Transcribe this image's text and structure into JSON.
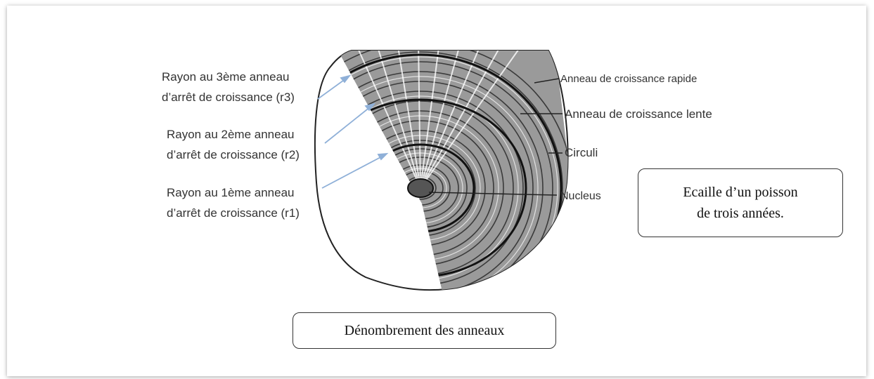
{
  "labels_left": [
    {
      "line1": "Rayon au 3ème anneau",
      "line2": "d’arrêt de croissance (r3)"
    },
    {
      "line1": "Rayon au 2ème anneau",
      "line2": "d’arrêt de croissance (r2)"
    },
    {
      "line1": "Rayon au 1ème anneau",
      "line2": "d’arrêt de croissance (r1)"
    }
  ],
  "labels_right": [
    "Anneau de croissance rapide",
    "Anneau de croissance lente",
    "Circuli",
    "Nucleus"
  ],
  "caption_box": {
    "line1": "Ecaille d’un poisson",
    "line2": "de trois années."
  },
  "bottom_box": "Dénombrement des anneaux",
  "colors": {
    "arrow": "#8fb0d8",
    "ink": "#2a2a2a"
  }
}
